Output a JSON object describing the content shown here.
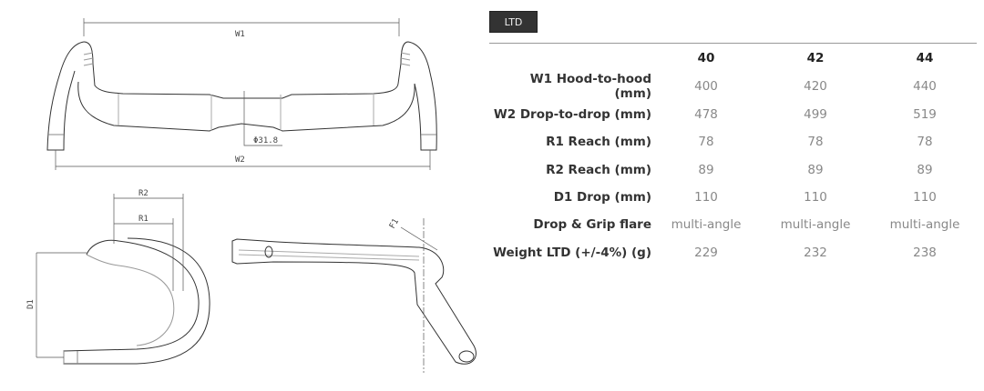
{
  "tab": {
    "label": "LTD"
  },
  "drawing": {
    "top_labels": {
      "w1": "W1",
      "w2": "W2",
      "clamp": "Φ31.8"
    },
    "side_labels": {
      "r1": "R1",
      "r2": "R2",
      "d1": "D1"
    },
    "front_labels": {
      "f1": "F1"
    }
  },
  "table": {
    "columns": [
      "40",
      "42",
      "44"
    ],
    "rows": [
      {
        "label": "W1 Hood-to-hood (mm)",
        "values": [
          "400",
          "420",
          "440"
        ]
      },
      {
        "label": "W2 Drop-to-drop (mm)",
        "values": [
          "478",
          "499",
          "519"
        ]
      },
      {
        "label": "R1 Reach (mm)",
        "values": [
          "78",
          "78",
          "78"
        ]
      },
      {
        "label": "R2 Reach (mm)",
        "values": [
          "89",
          "89",
          "89"
        ]
      },
      {
        "label": "D1 Drop (mm)",
        "values": [
          "110",
          "110",
          "110"
        ]
      },
      {
        "label": "Drop & Grip flare",
        "values": [
          "multi-angle",
          "multi-angle",
          "multi-angle"
        ]
      },
      {
        "label": "Weight LTD (+/-4%) (g)",
        "values": [
          "229",
          "232",
          "238"
        ]
      }
    ]
  }
}
